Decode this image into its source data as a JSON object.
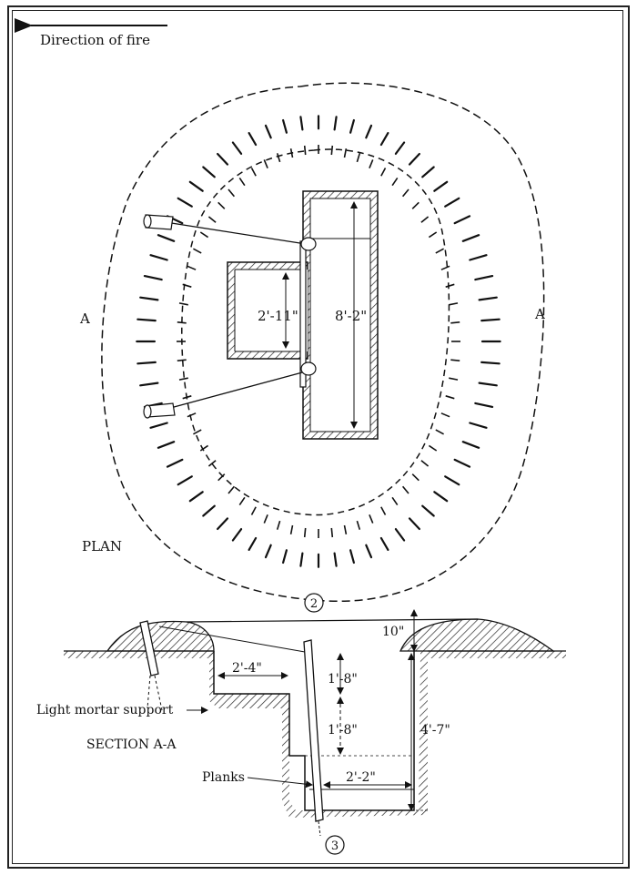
{
  "plan": {
    "direction_label": "Direction of fire",
    "section_mark_left": "A",
    "section_mark_right": "A",
    "view_label": "PLAN",
    "width_dim": "2'-11\"",
    "length_dim": "8'-2\""
  },
  "section": {
    "view_label": "SECTION A-A",
    "cover_dim": "10\"",
    "shelf_dim": "2'-4\"",
    "step_upper_dim": "1'-8\"",
    "step_lower_dim": "1'-8\"",
    "depth_dim": "4'-7\"",
    "bottom_width_dim": "2'-2\"",
    "mortar_support_label": "Light mortar support",
    "planks_label": "Planks"
  },
  "figure_numbers": {
    "plan": "2",
    "section": "3"
  }
}
